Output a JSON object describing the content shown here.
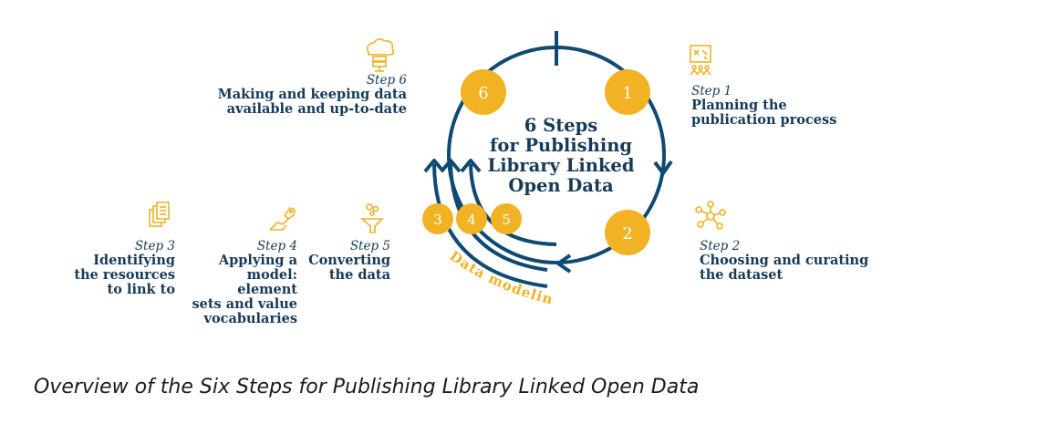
{
  "title": "6 Steps\nfor Publishing\nLibrary Linked\nOpen Data",
  "colors": {
    "navy": "#0e4a72",
    "gold": "#f1b223",
    "text": "#163a57"
  },
  "steps": [
    {
      "number": "1",
      "label": "Step 1",
      "description": "Planning the\npublication process",
      "icon": "planning-board-icon"
    },
    {
      "number": "2",
      "label": "Step 2",
      "description": "Choosing and curating\nthe dataset",
      "icon": "network-nodes-icon"
    },
    {
      "number": "3",
      "label": "Step 3",
      "description": "Identifying\nthe resources\nto link to",
      "icon": "documents-stack-icon"
    },
    {
      "number": "4",
      "label": "Step 4",
      "description": "Applying a\nmodel: element\nsets and value\nvocabularies",
      "icon": "tag-hand-icon"
    },
    {
      "number": "5",
      "label": "Step 5",
      "description": "Converting\nthe data",
      "icon": "funnel-icon"
    },
    {
      "number": "6",
      "label": "Step 6",
      "description": "Making and keeping data\navailable and up-to-date",
      "icon": "cloud-server-icon"
    }
  ],
  "data_modeling_label": "Data modeling",
  "caption": "Overview of the Six Steps for Publishing Library Linked Open Data"
}
